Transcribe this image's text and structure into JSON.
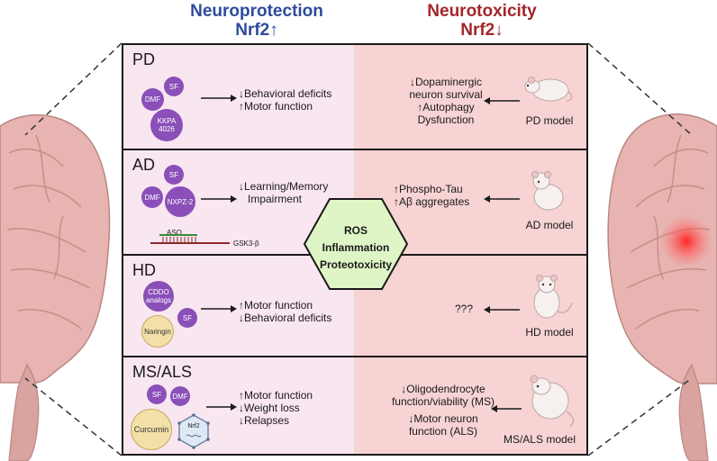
{
  "headers": {
    "left_title": "Neuroprotection",
    "left_sub": "Nrf2↑",
    "right_title": "Neurotoxicity",
    "right_sub": "Nrf2↓"
  },
  "center_hex": {
    "lines": [
      "ROS",
      "Inflammation",
      "Proteotoxicity"
    ],
    "color": "#dff5c6"
  },
  "panels": {
    "pd": {
      "title": "PD",
      "compounds": [
        "SF",
        "DMF",
        "KKPA 4026"
      ],
      "effects": [
        "↓Behavioral deficits",
        "↑Motor function"
      ],
      "toxic": [
        "↓Dopaminergic",
        "neuron survival",
        "↑Autophagy",
        "Dysfunction"
      ],
      "model": "PD model"
    },
    "ad": {
      "title": "AD",
      "compounds": [
        "SF",
        "DMF",
        "NXPZ-2"
      ],
      "aso_label": "ASO",
      "gsk_label": "GSK3-β",
      "effects": [
        "↓Learning/Memory",
        "Impairment"
      ],
      "toxic": [
        "↑Phospho-Tau",
        "↑Aβ aggregates"
      ],
      "model": "AD model"
    },
    "hd": {
      "title": "HD",
      "compounds": [
        "CDDO analogs",
        "SF",
        "Naringin"
      ],
      "effects": [
        "↑Motor function",
        "↓Behavioral deficits"
      ],
      "toxic": [
        "???"
      ],
      "model": "HD model"
    },
    "ms": {
      "title": "MS/ALS",
      "compounds": [
        "SF",
        "DMF",
        "Curcumin"
      ],
      "nrf2_label": "Nrf2",
      "effects": [
        "↑Motor function",
        "↓Weight loss",
        "↓Relapses"
      ],
      "toxic": [
        "↓Oligodendrocyte",
        "function/viability (MS)",
        "↓Motor neuron",
        "function (ALS)"
      ],
      "model": "MS/ALS model"
    }
  },
  "colors": {
    "protect_bg": "#f8e6f0",
    "toxic_bg": "#f7d3d3",
    "compound": "#8a4fb8",
    "natural": "#f2e0a8",
    "protect_header": "#2e4a9e",
    "toxic_header": "#a3262a"
  }
}
